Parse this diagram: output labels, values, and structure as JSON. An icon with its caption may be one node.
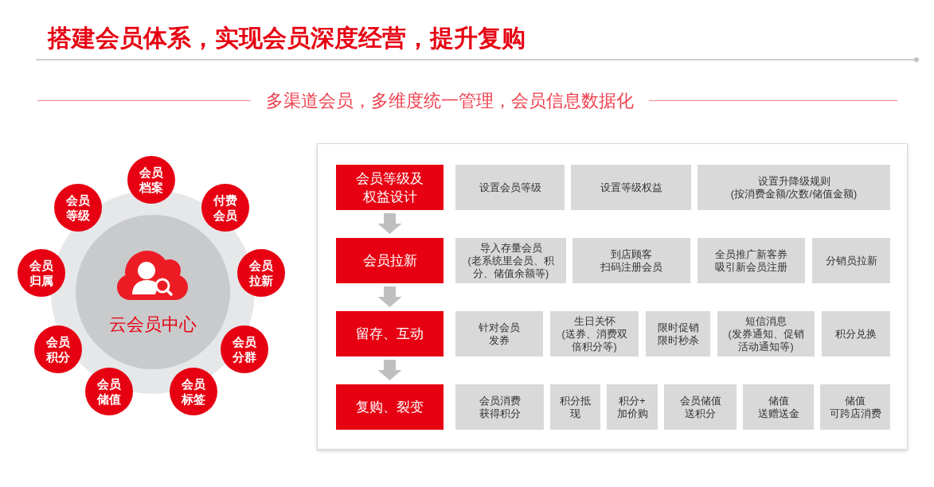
{
  "diagram": {
    "title": "搭建会员体系，实现会员深度经营，提升复购",
    "nodes": [
      {
        "text": [],
        "shape": "circle"
      },
      {
        "text": [
          "云会员中心"
        ],
        "in": 0
      },
      {
        "text": [
          "会员档案"
        ]
      },
      {
        "text": [
          "付费会员"
        ]
      },
      {
        "text": [
          "会员拉新"
        ]
      },
      {
        "text": [
          "会员分群"
        ]
      },
      {
        "text": [
          "会员标签"
        ]
      },
      {
        "text": [
          "会员储值"
        ]
      },
      {
        "text": [
          "会员积分"
        ]
      },
      {
        "text": [
          "会员归属"
        ]
      },
      {
        "text": [
          "会员等级"
        ]
      },
      {
        "text": [],
        "shape": "box"
      },
      {
        "text": [
          "会员等级及权益设计"
        ],
        "in": 11
      },
      {
        "text": [
          "设置会员等级"
        ],
        "in": 11
      },
      {
        "text": [
          "设置等级权益"
        ],
        "in": 11
      },
      {
        "text": [
          "设置升降级规则",
          "(按消费金额/次数/储值金额)"
        ],
        "in": 11
      },
      {
        "text": [
          "会员拉新"
        ],
        "in": 11
      },
      {
        "text": [
          "导入存量会员",
          "(老系统里会员、积分、储值余额等)"
        ],
        "in": 11
      },
      {
        "text": [
          "到店顾客扫码注册会员"
        ],
        "in": 11
      },
      {
        "text": [
          "全员推广新客券吸引新会员注册"
        ],
        "in": 11
      },
      {
        "text": [
          "分销员拉新"
        ],
        "in": 11
      },
      {
        "text": [
          "留存、互动"
        ],
        "in": 11
      },
      {
        "text": [
          "针对会员发券"
        ],
        "in": 11
      },
      {
        "text": [
          "生日关怀",
          "(送券、消费双倍积分等)"
        ],
        "in": 11
      },
      {
        "text": [
          "限时促销限时秒杀"
        ],
        "in": 11
      },
      {
        "text": [
          "短信消息",
          "(发券通知、促销活动通知等)"
        ],
        "in": 11
      },
      {
        "text": [
          "积分兑换"
        ],
        "in": 11
      },
      {
        "text": [
          "复购、裂变"
        ],
        "in": 11
      },
      {
        "text": [
          "会员消费获得积分"
        ],
        "in": 11
      },
      {
        "text": [
          "积分抵现"
        ],
        "in": 11
      },
      {
        "text": [
          "积分+加价购"
        ],
        "in": 11
      },
      {
        "text": [
          "会员储值送积分"
        ],
        "in": 11
      },
      {
        "text": [
          "储值送赠送金"
        ],
        "in": 11
      },
      {
        "text": [
          "储值可跨店消费"
        ],
        "in": 11
      }
    ],
    "edges": [
      {
        "from": 12,
        "to": 16,
        "arrow": "to"
      },
      {
        "from": 16,
        "to": 21,
        "arrow": "to"
      },
      {
        "from": 21,
        "to": 27,
        "arrow": "to"
      }
    ],
    "labels": [
      "多渠道会员，多维度统一管理，会员信息数据化"
    ]
  }
}
